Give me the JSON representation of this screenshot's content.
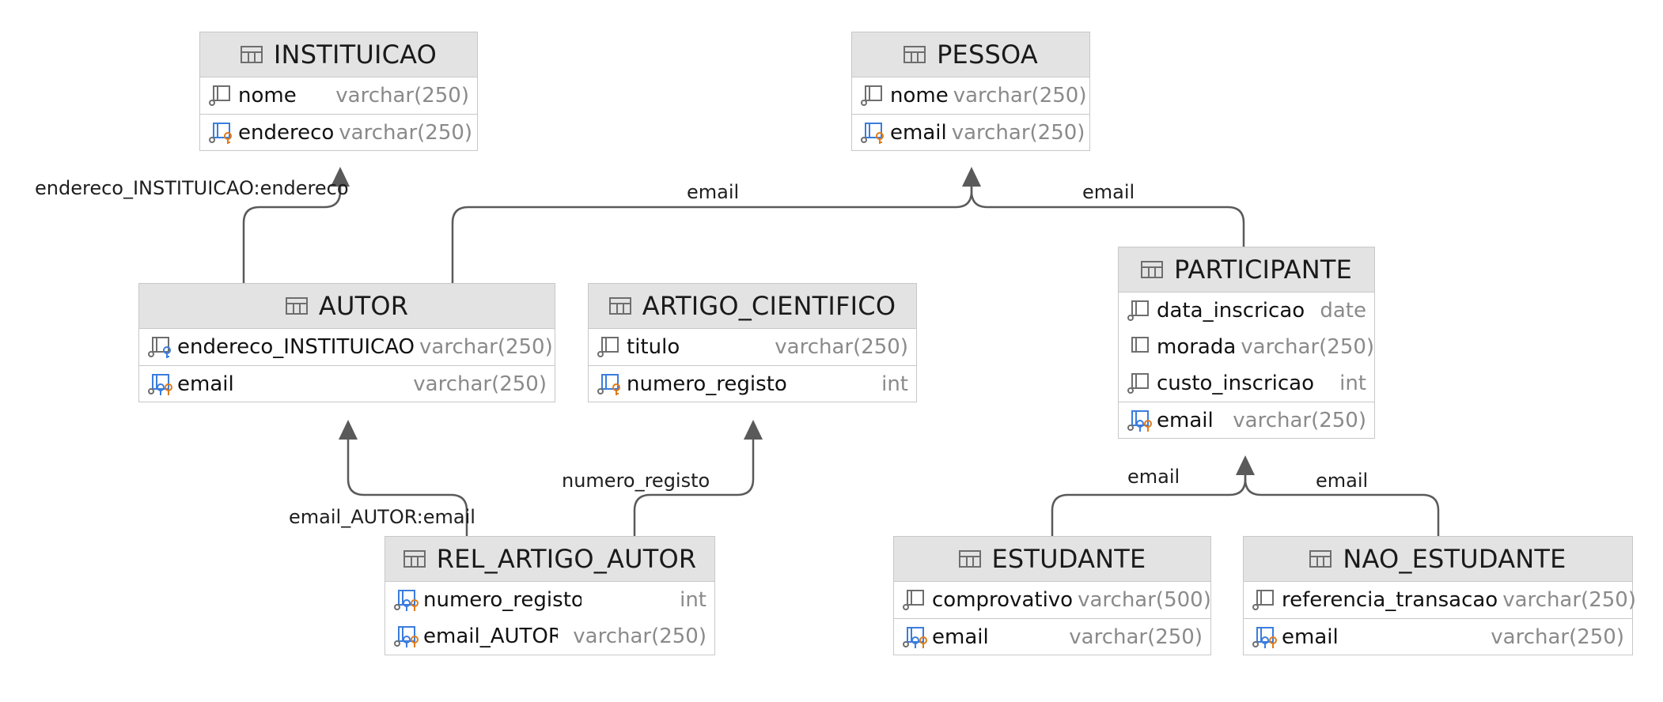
{
  "tables": {
    "instituicao": {
      "title": "INSTITUICAO",
      "columns": [
        {
          "name": "nome",
          "type": "varchar(250)",
          "icon": "column-icon"
        },
        {
          "name": "endereco",
          "type": "varchar(250)",
          "icon": "primary-key-column-icon"
        }
      ]
    },
    "pessoa": {
      "title": "PESSOA",
      "columns": [
        {
          "name": "nome",
          "type": "varchar(250)",
          "icon": "column-icon"
        },
        {
          "name": "email",
          "type": "varchar(250)",
          "icon": "primary-key-column-icon"
        }
      ]
    },
    "autor": {
      "title": "AUTOR",
      "columns": [
        {
          "name": "endereco_INSTITUICAO",
          "type": "varchar(250)",
          "icon": "foreign-key-column-icon"
        },
        {
          "name": "email",
          "type": "varchar(250)",
          "icon": "primary-foreign-key-column-icon"
        }
      ]
    },
    "artigo_cientifico": {
      "title": "ARTIGO_CIENTIFICO",
      "columns": [
        {
          "name": "titulo",
          "type": "varchar(250)",
          "icon": "column-icon"
        },
        {
          "name": "numero_registo",
          "type": "int",
          "icon": "primary-key-column-icon"
        }
      ]
    },
    "participante": {
      "title": "PARTICIPANTE",
      "columns": [
        {
          "name": "data_inscricao",
          "type": "date",
          "icon": "column-icon"
        },
        {
          "name": "morada",
          "type": "varchar(250)",
          "icon": "column-icon"
        },
        {
          "name": "custo_inscricao",
          "type": "int",
          "icon": "column-icon"
        },
        {
          "name": "email",
          "type": "varchar(250)",
          "icon": "primary-foreign-key-column-icon"
        }
      ]
    },
    "rel_artigo_autor": {
      "title": "REL_ARTIGO_AUTOR",
      "columns": [
        {
          "name": "numero_registo",
          "type": "int",
          "icon": "primary-foreign-key-column-icon"
        },
        {
          "name": "email_AUTOR",
          "type": "varchar(250)",
          "icon": "primary-foreign-key-column-icon"
        }
      ]
    },
    "estudante": {
      "title": "ESTUDANTE",
      "columns": [
        {
          "name": "comprovativo",
          "type": "varchar(500)",
          "icon": "column-icon"
        },
        {
          "name": "email",
          "type": "varchar(250)",
          "icon": "primary-foreign-key-column-icon"
        }
      ]
    },
    "nao_estudante": {
      "title": "NAO_ESTUDANTE",
      "columns": [
        {
          "name": "referencia_transacao",
          "type": "varchar(250)",
          "icon": "column-icon"
        },
        {
          "name": "email",
          "type": "varchar(250)",
          "icon": "primary-foreign-key-column-icon"
        }
      ]
    }
  },
  "relationships": [
    {
      "from": "AUTOR",
      "to": "INSTITUICAO",
      "label": "endereco_INSTITUICAO:endereco"
    },
    {
      "from": "AUTOR",
      "to": "PESSOA",
      "label": "email"
    },
    {
      "from": "PARTICIPANTE",
      "to": "PESSOA",
      "label": "email"
    },
    {
      "from": "REL_ARTIGO_AUTOR",
      "to": "AUTOR",
      "label": "email_AUTOR:email"
    },
    {
      "from": "REL_ARTIGO_AUTOR",
      "to": "ARTIGO_CIENTIFICO",
      "label": "numero_registo"
    },
    {
      "from": "ESTUDANTE",
      "to": "PARTICIPANTE",
      "label": "email"
    },
    {
      "from": "NAO_ESTUDANTE",
      "to": "PARTICIPANTE",
      "label": "email"
    }
  ],
  "colors": {
    "header_bg": "#e3e3e3",
    "border": "#c8c8c8",
    "edge": "#5a5a5a",
    "primary_key": "#e07b1a",
    "foreign_key": "#3b7ddd"
  }
}
